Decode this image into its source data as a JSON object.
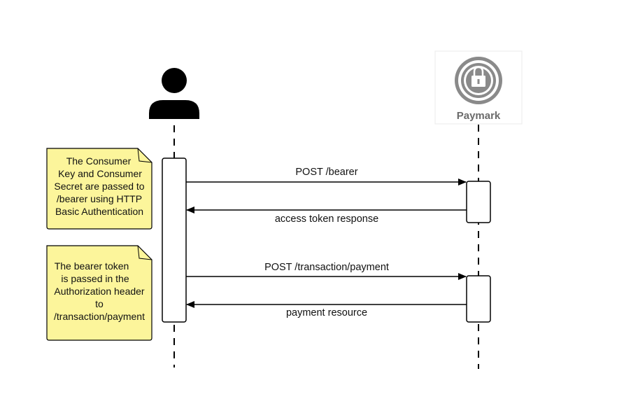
{
  "participants": {
    "server": {
      "brand": "Paymark",
      "icon": "padlock-icon"
    },
    "user": {
      "icon": "user-icon"
    }
  },
  "messages": {
    "post_bearer": "POST /bearer",
    "access_token_response": "access token response",
    "post_payment": "POST /transaction/payment",
    "payment_resource": "payment resource"
  },
  "notes": {
    "note1": [
      "The Consumer",
      "Key and Consumer",
      "Secret are passed to",
      "/bearer using HTTP",
      "Basic Authentication"
    ],
    "note2": [
      "The bearer token",
      "is passed in the",
      "Authorization header",
      "to",
      "/transaction/payment"
    ]
  },
  "colors": {
    "note_fill": "#fcf59b",
    "line": "#000000",
    "logo_grey": "#8a8a8a"
  }
}
